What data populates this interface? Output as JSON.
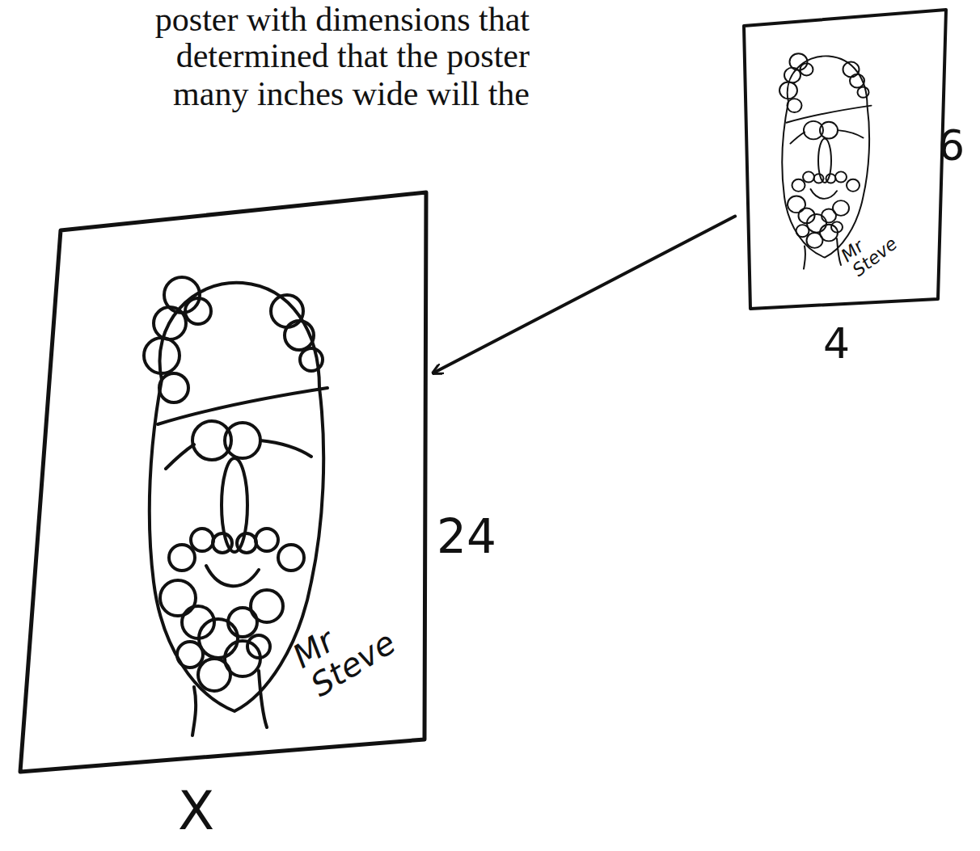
{
  "diagram": {
    "nodes": [
      {
        "text": [
          "Mr Steve"
        ]
      },
      {
        "text": [
          "Mr Steve"
        ]
      }
    ],
    "edges": [
      {
        "from": 0,
        "to": 1,
        "arrow": "to"
      }
    ],
    "labels": [
      "poster with dimensions that",
      "determined that the poster",
      "many inches wide will the",
      "6",
      "4",
      "24",
      "X"
    ]
  }
}
